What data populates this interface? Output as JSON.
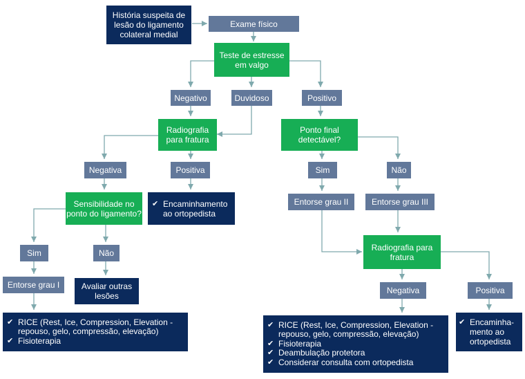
{
  "colors": {
    "navy": "#0b2a5c",
    "green": "#17ae55",
    "slate": "#62789a",
    "connector": "#7fa9ad"
  },
  "nodes": {
    "history": "História suspeita de lesão do ligamento colateral medial",
    "exam": "Exame físico",
    "valgus": "Teste de estresse em valgo",
    "neg1": "Negativo",
    "doubt": "Duvidoso",
    "pos1": "Positivo",
    "xray1": "Radiografia para fratura",
    "endpoint": "Ponto final detectável?",
    "neg2": "Negativa",
    "pos2": "Positiva",
    "yes1": "Sim",
    "no1": "Não",
    "tender": "Sensibilidade no ponto do ligamento?",
    "refer1": "Encaminhamento ao ortopedista",
    "grade2": "Entorse grau II",
    "grade3": "Entorse grau III",
    "yes2": "Sim",
    "no2": "Não",
    "grade1": "Entorse grau I",
    "other": "Avaliar outras lesões",
    "xray2": "Radiografia para fratura",
    "neg3": "Negativa",
    "pos3": "Positiva",
    "refer2": "Encaminha-mento ao ortopedista"
  },
  "lists": {
    "left": [
      "RICE (Rest, Ice, Compression, Elevation - repouso, gelo, compressão, elevação)",
      "Fisioterapia"
    ],
    "right": [
      "RICE (Rest, Ice, Compression, Elevation - repouso, gelo, compressão, elevação)",
      "Fisioterapia",
      "Deambulação protetora",
      "Considerar consulta com ortopedista"
    ]
  }
}
